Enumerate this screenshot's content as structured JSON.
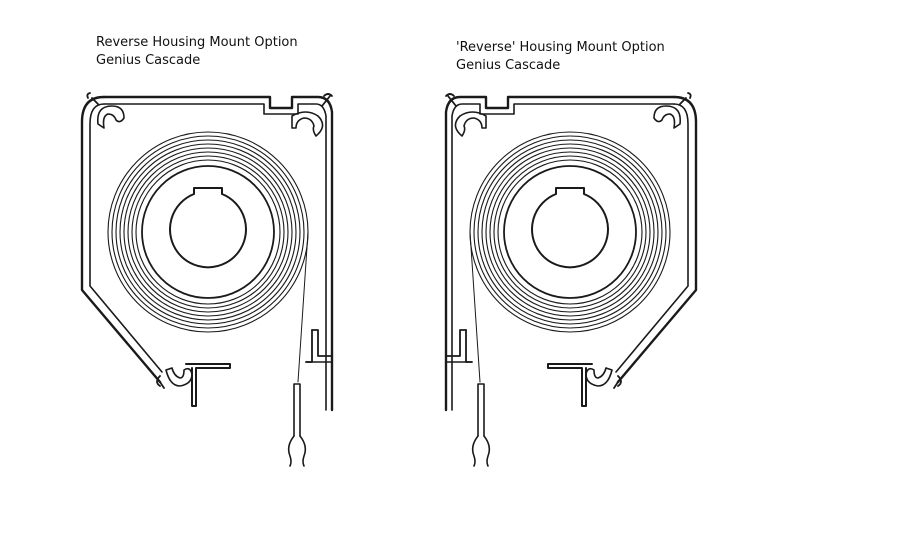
{
  "diagrams": [
    {
      "title": "Reverse Housing Mount Option",
      "subtitle": "Genius Cascade"
    },
    {
      "title": "'Reverse' Housing Mount Option",
      "subtitle": "Genius Cascade"
    }
  ],
  "colors": {
    "stroke": "#1a1a1a",
    "background": "#ffffff"
  }
}
